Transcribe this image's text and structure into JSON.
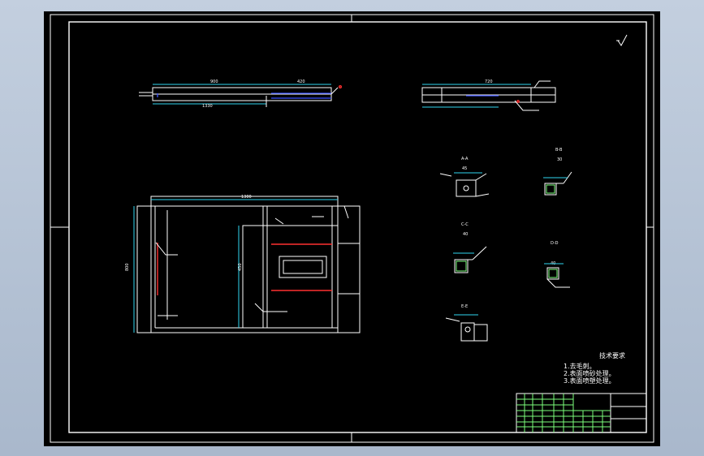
{
  "tech_requirements": {
    "title": "技术要求",
    "items": [
      "1.去毛刺。",
      "2.表面喷砂处理。",
      "3.表面喷塑处理。"
    ]
  },
  "views": {
    "top_left_dims": [
      "900",
      "420",
      "1330"
    ],
    "top_right_dims": [
      "720"
    ],
    "main_dims": [
      "1300",
      "800",
      "450"
    ],
    "section_labels": [
      "A-A",
      "B-B",
      "C-C",
      "D-D",
      "E-E"
    ],
    "section_dims": [
      "45",
      "30",
      "40",
      "40"
    ]
  },
  "colors": {
    "frame": "#ffffff",
    "title_block": "#7cff7c",
    "dimension": "#31d6f0",
    "hidden": "#3a52ff",
    "weld": "#ff3030",
    "background": "#000000"
  },
  "icons": [
    "surface-finish-icon",
    "weld-symbol-icon"
  ]
}
